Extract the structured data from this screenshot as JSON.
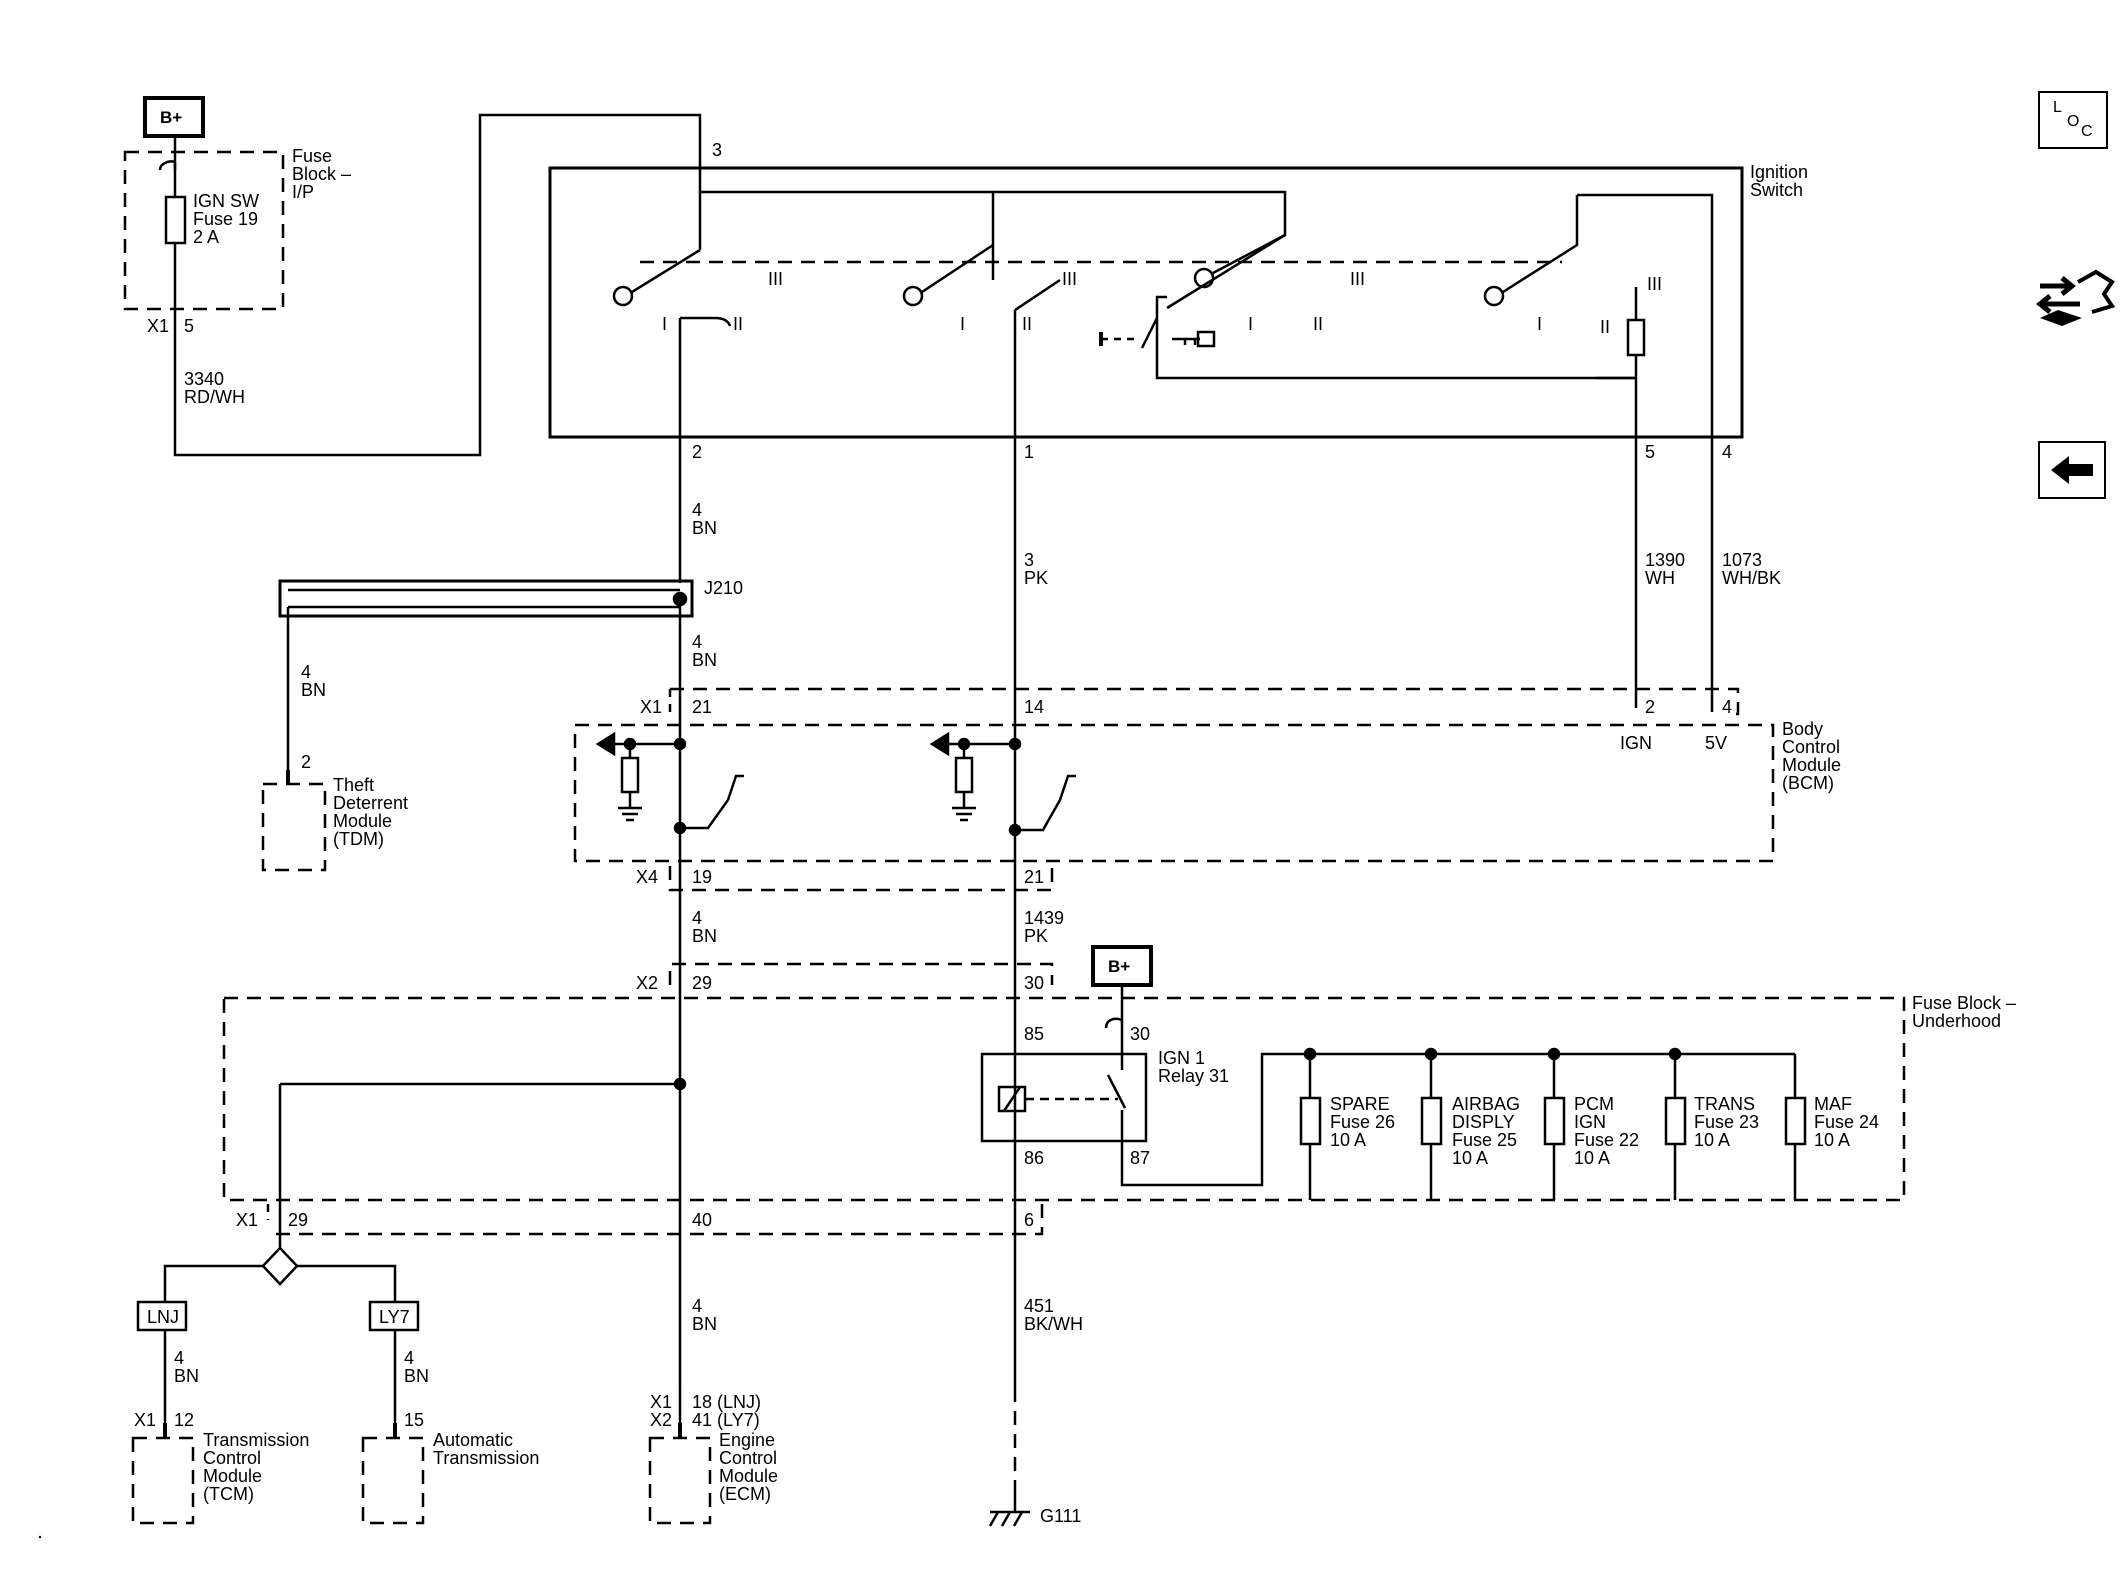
{
  "power": {
    "bplus_top": "B+",
    "bplus_relay": "B+"
  },
  "fuse_block_ip": {
    "title_lines": [
      "Fuse",
      "Block –",
      "I/P"
    ],
    "fuse_lines": [
      "IGN SW",
      "Fuse 19",
      "2 A"
    ],
    "connector": "X1",
    "pin": "5"
  },
  "wire_3340": {
    "circuit": "3340",
    "color": "RD/WH"
  },
  "ignition_switch": {
    "title_lines": [
      "Ignition",
      "Switch"
    ],
    "pins": {
      "top": "3",
      "p2": "2",
      "p1": "1",
      "p5": "5",
      "p4": "4"
    },
    "pos_labels": [
      "III",
      "I",
      "II",
      "I",
      "III",
      "II",
      "III",
      "I",
      "II",
      "I",
      "III",
      "II"
    ]
  },
  "wires": {
    "bn_upper": {
      "size": "4",
      "color": "BN"
    },
    "pk_3": {
      "size": "3",
      "color": "PK"
    },
    "wh_1390": {
      "circuit": "1390",
      "color": "WH"
    },
    "whbk_1073": {
      "circuit": "1073",
      "color": "WH/BK"
    },
    "bn_j210_below": {
      "size": "4",
      "color": "BN"
    },
    "bn_tdm": {
      "size": "4",
      "color": "BN"
    },
    "bn_x4": {
      "size": "4",
      "color": "BN"
    },
    "pk_1439": {
      "circuit": "1439",
      "color": "PK"
    },
    "bn_ecm": {
      "size": "4",
      "color": "BN"
    },
    "bkwh_451": {
      "circuit": "451",
      "color": "BK/WH"
    },
    "bn_tcm": {
      "size": "4",
      "color": "BN"
    },
    "bn_at": {
      "size": "4",
      "color": "BN"
    }
  },
  "splice": {
    "name": "J210"
  },
  "tdm": {
    "pin": "2",
    "title_lines": [
      "Theft",
      "Deterrent",
      "Module",
      "(TDM)"
    ]
  },
  "bcm": {
    "title_lines": [
      "Body",
      "Control",
      "Module",
      "(BCM)"
    ],
    "x1": {
      "connector": "X1",
      "pins": [
        "21",
        "14",
        "2",
        "4"
      ]
    },
    "x4": {
      "connector": "X4",
      "pins": [
        "19",
        "21"
      ]
    },
    "ign": "IGN",
    "v5": "5V"
  },
  "fuse_block_uh": {
    "title_lines": [
      "Fuse Block –",
      "Underhood"
    ],
    "x2": {
      "connector": "X2",
      "pins": [
        "29",
        "30"
      ]
    },
    "x1": {
      "connector": "X1",
      "pins": [
        "29",
        "40",
        "6"
      ]
    }
  },
  "relay": {
    "title_lines": [
      "IGN 1",
      "Relay 31"
    ],
    "pins": {
      "p85": "85",
      "p86": "86",
      "p30": "30",
      "p87": "87"
    }
  },
  "fuses": [
    {
      "lines": [
        "SPARE",
        "Fuse 26",
        "10 A"
      ]
    },
    {
      "lines": [
        "AIRBAG",
        "DISPLY",
        "Fuse 25",
        "10 A"
      ]
    },
    {
      "lines": [
        "PCM",
        "IGN",
        "Fuse 22",
        "10 A"
      ]
    },
    {
      "lines": [
        "TRANS",
        "Fuse 23",
        "10 A"
      ]
    },
    {
      "lines": [
        "MAF",
        "Fuse 24",
        "10 A"
      ]
    }
  ],
  "options": {
    "lnj": "LNJ",
    "ly7": "LY7"
  },
  "tcm": {
    "connector": "X1",
    "pin": "12",
    "title_lines": [
      "Transmission",
      "Control",
      "Module",
      "(TCM)"
    ]
  },
  "auto_trans": {
    "pin": "15",
    "title_lines": [
      "Automatic",
      "Transmission"
    ]
  },
  "ecm": {
    "x1": "X1",
    "x2": "X2",
    "pin_lnj": "18 (LNJ)",
    "pin_ly7": "41 (LY7)",
    "title_lines": [
      "Engine",
      "Control",
      "Module",
      "(ECM)"
    ]
  },
  "ground": {
    "name": "G111"
  },
  "nav": {
    "loc_letters": [
      "L",
      "O",
      "C"
    ]
  }
}
